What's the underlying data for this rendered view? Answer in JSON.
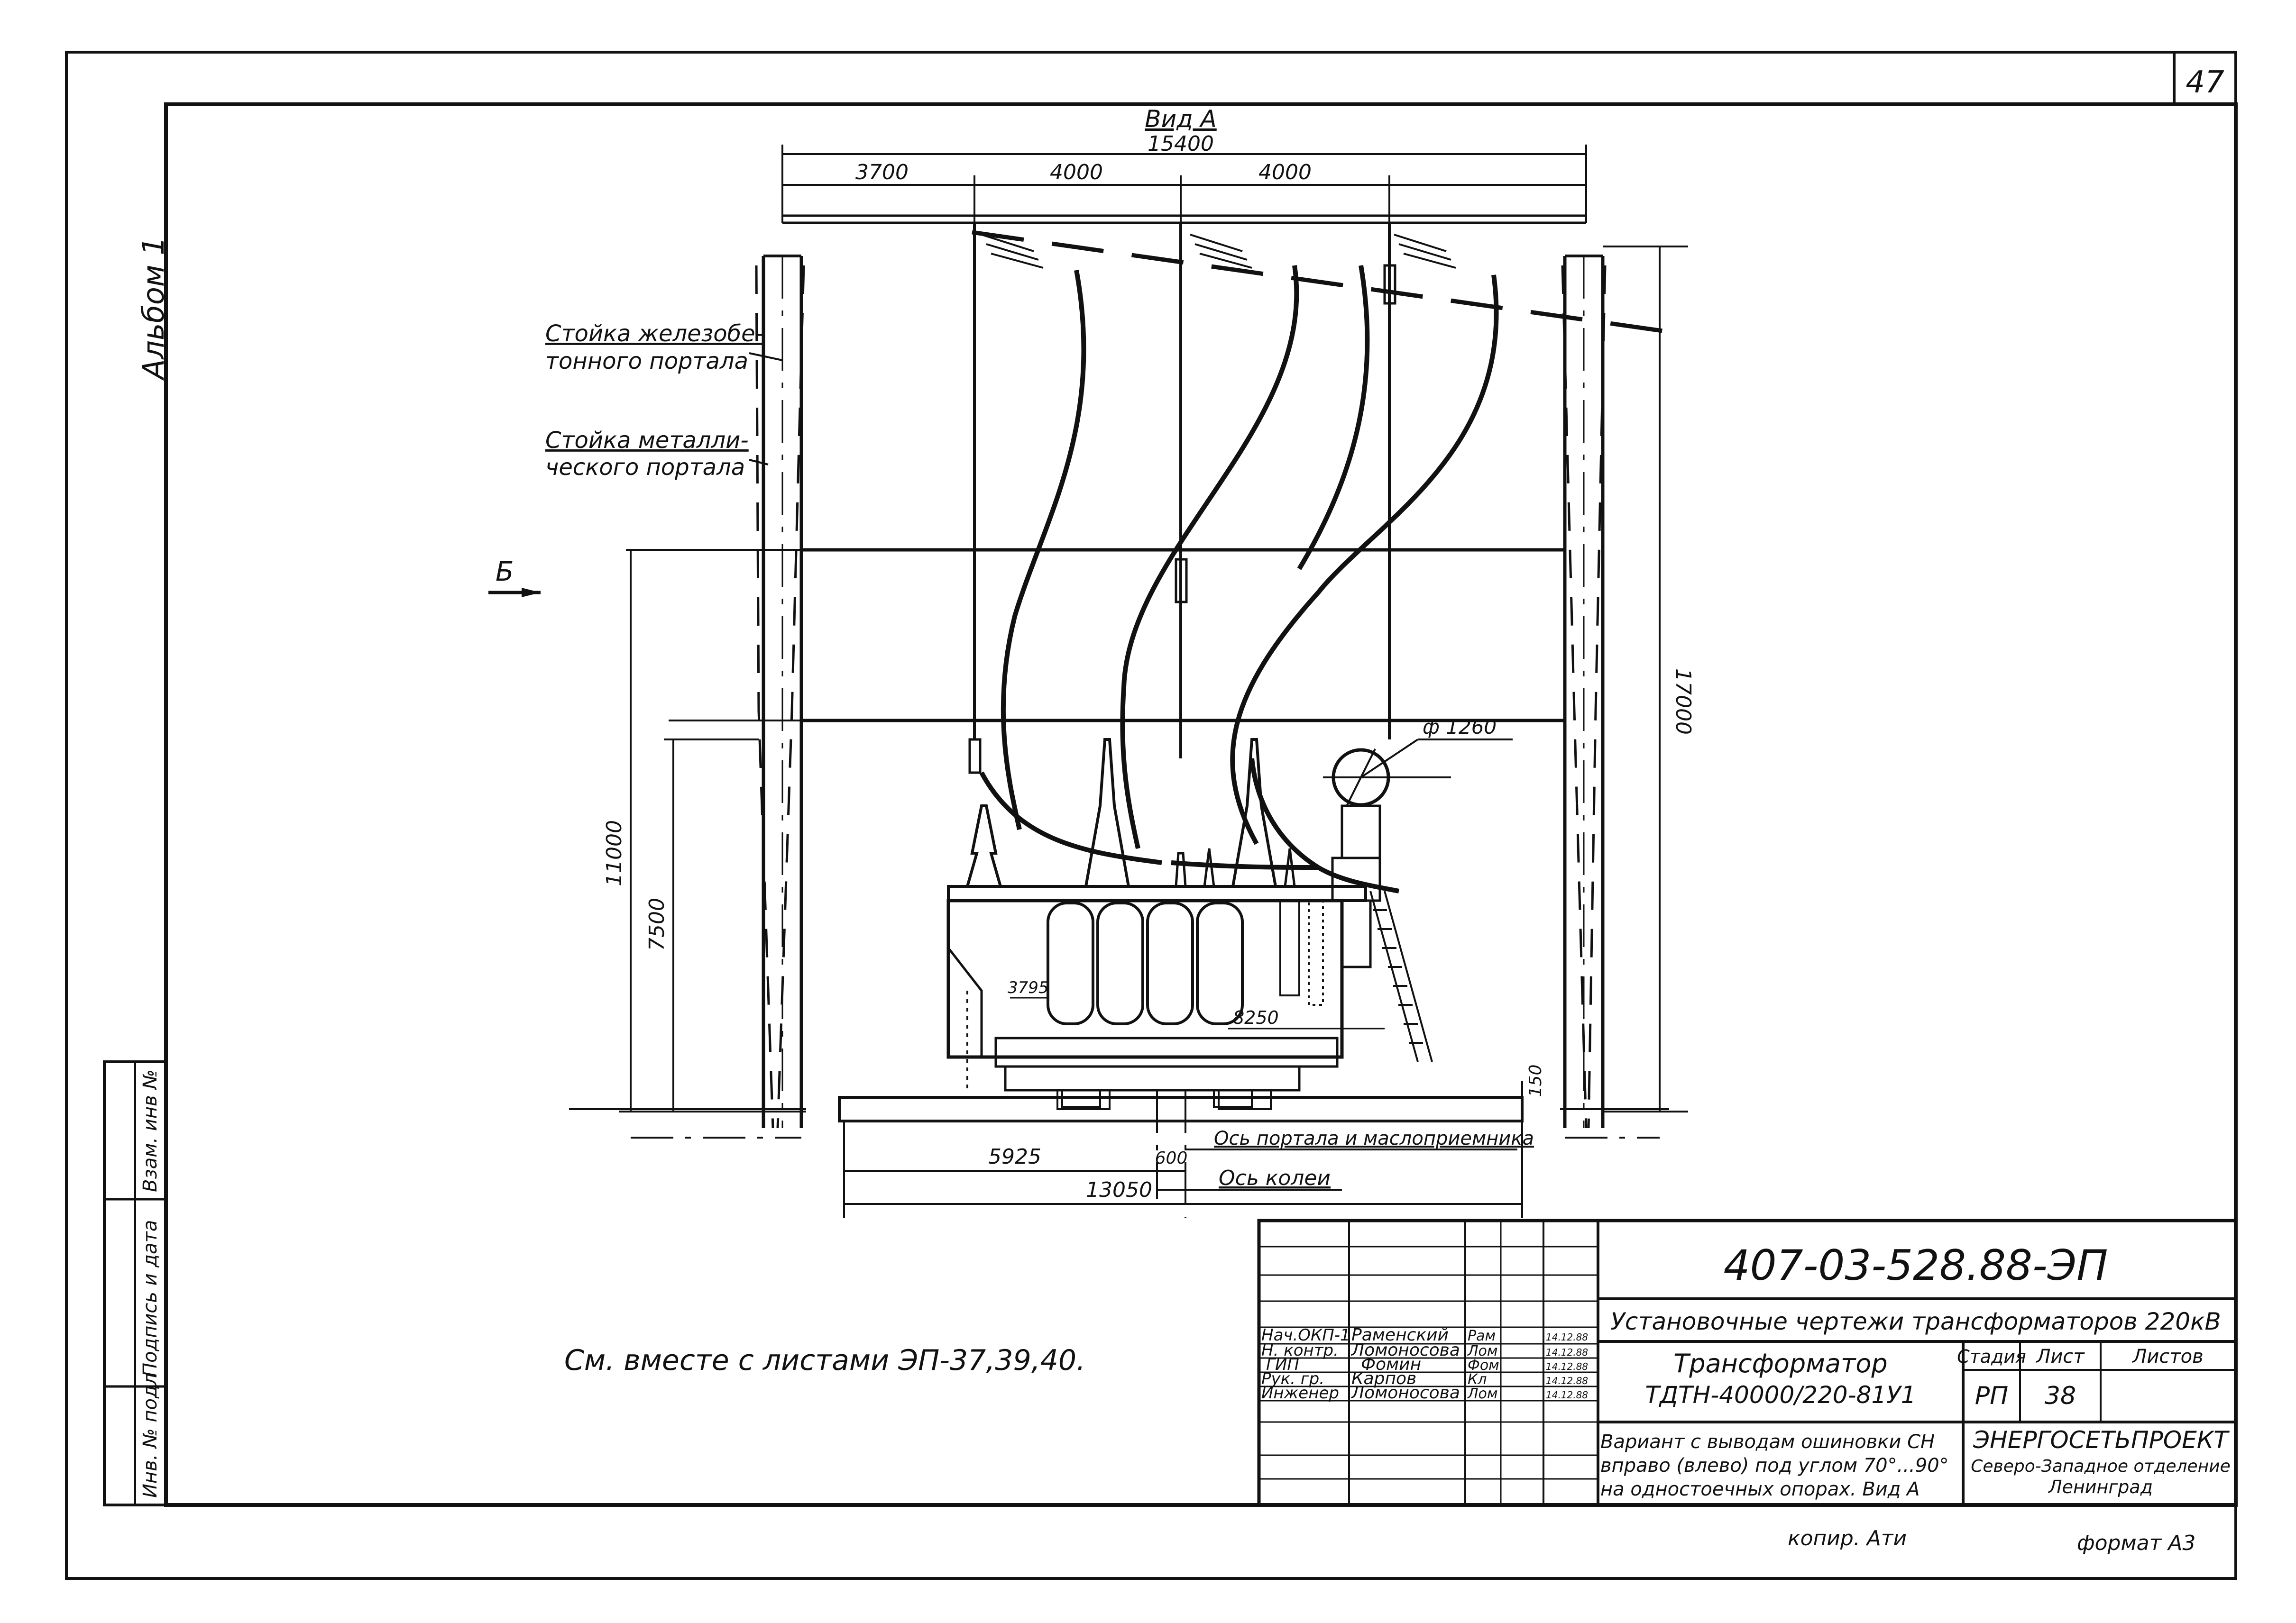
{
  "sheet": {
    "page_number": "47",
    "album": "Альбом 1",
    "side_fields": [
      "Инв. № подл",
      "Подпись и дата",
      "Взам. инв №"
    ],
    "see_also": "См. вместе с листами ЭП-37,39,40.",
    "copy_mark": "копир. Ати",
    "format": "формат А3"
  },
  "drawing": {
    "view_title": "Вид А",
    "overall_width": "15400",
    "spans": [
      "3700",
      "4000",
      "4000"
    ],
    "height_total": "17000",
    "height_11000": "11000",
    "height_7500": "7500",
    "diameter": "ф 1260",
    "dim_3795": "3795",
    "dim_8250": "8250",
    "dim_150": "150",
    "dim_5925": "5925",
    "dim_600": "600",
    "dim_13050": "13050",
    "section_mark": "Б",
    "label_rc_post": [
      "Стойка железобе-",
      "тонного портала"
    ],
    "label_steel_post": [
      "Стойка металли-",
      "ческого портала"
    ],
    "axis_portal": "Ось портала и маслоприемника",
    "axis_track": "Ось колеи"
  },
  "title_block": {
    "doc_code": "407-03-528.88-ЭП",
    "project_title": "Установочные чертежи трансформаторов 220кВ",
    "sheet_title": [
      "Трансформатор",
      "ТДТН-40000/220-81У1"
    ],
    "stage_header": "Стадия",
    "sheet_header": "Лист",
    "sheets_header": "Листов",
    "stage": "РП",
    "sheet_no": "38",
    "description": [
      "Вариант с выводам ошиновки СН",
      "вправо (влево) под углом 70°...90°",
      "на одностоечных опорах. Вид А"
    ],
    "org": [
      "ЭНЕРГОСЕТЬПРОЕКТ",
      "Северо-Западное отделение",
      "Ленинград"
    ],
    "signers": [
      {
        "role": "Нач.ОКП-1",
        "name": "Раменский",
        "sign": "Рам",
        "date": "14.12.88"
      },
      {
        "role": "Н. контр.",
        "name": "Ломоносова",
        "sign": "Лом",
        "date": "14.12.88"
      },
      {
        "role": "ГИП",
        "name": "Фомин",
        "sign": "Фом",
        "date": "14.12.88"
      },
      {
        "role": "Рук. гр.",
        "name": "Карпов",
        "sign": "Кл",
        "date": "14.12.88"
      },
      {
        "role": "Инженер",
        "name": "Ломоносова",
        "sign": "Лом",
        "date": "14.12.88"
      }
    ]
  }
}
